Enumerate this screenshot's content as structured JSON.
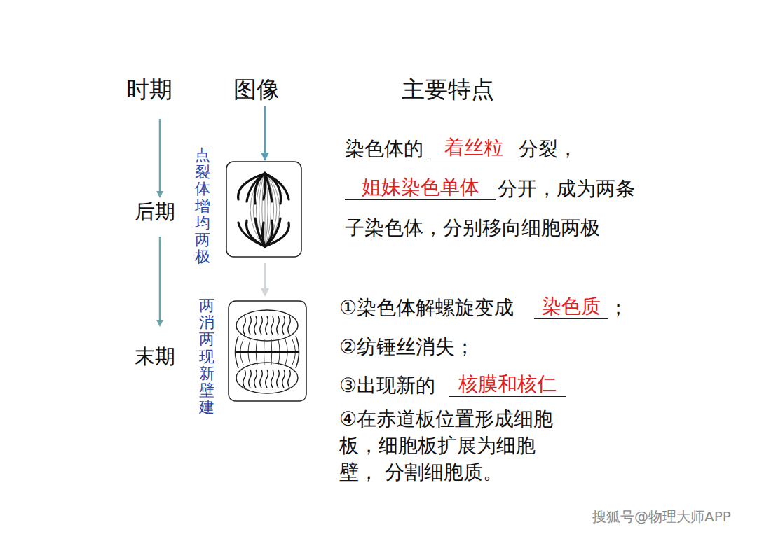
{
  "diagram": {
    "labels": [
      "时期",
      "图像",
      "主要特点",
      "后期",
      "点裂体增均两极",
      "染色体的",
      "着丝粒",
      "分裂，",
      "姐妹染色单体",
      "分开，成为两条",
      "子染色体，分别移向细胞两极",
      "末期",
      "两消两现新壁建",
      "①染色体解螺旋变成",
      "染色质",
      "；",
      "②纺锤丝消失；",
      "③出现新的",
      "核膜和核仁",
      "④在赤道板位置形成细胞 板，细胞板扩展为细胞 壁， 分割细胞质。",
      "搜狐号@物理大师APP"
    ]
  }
}
